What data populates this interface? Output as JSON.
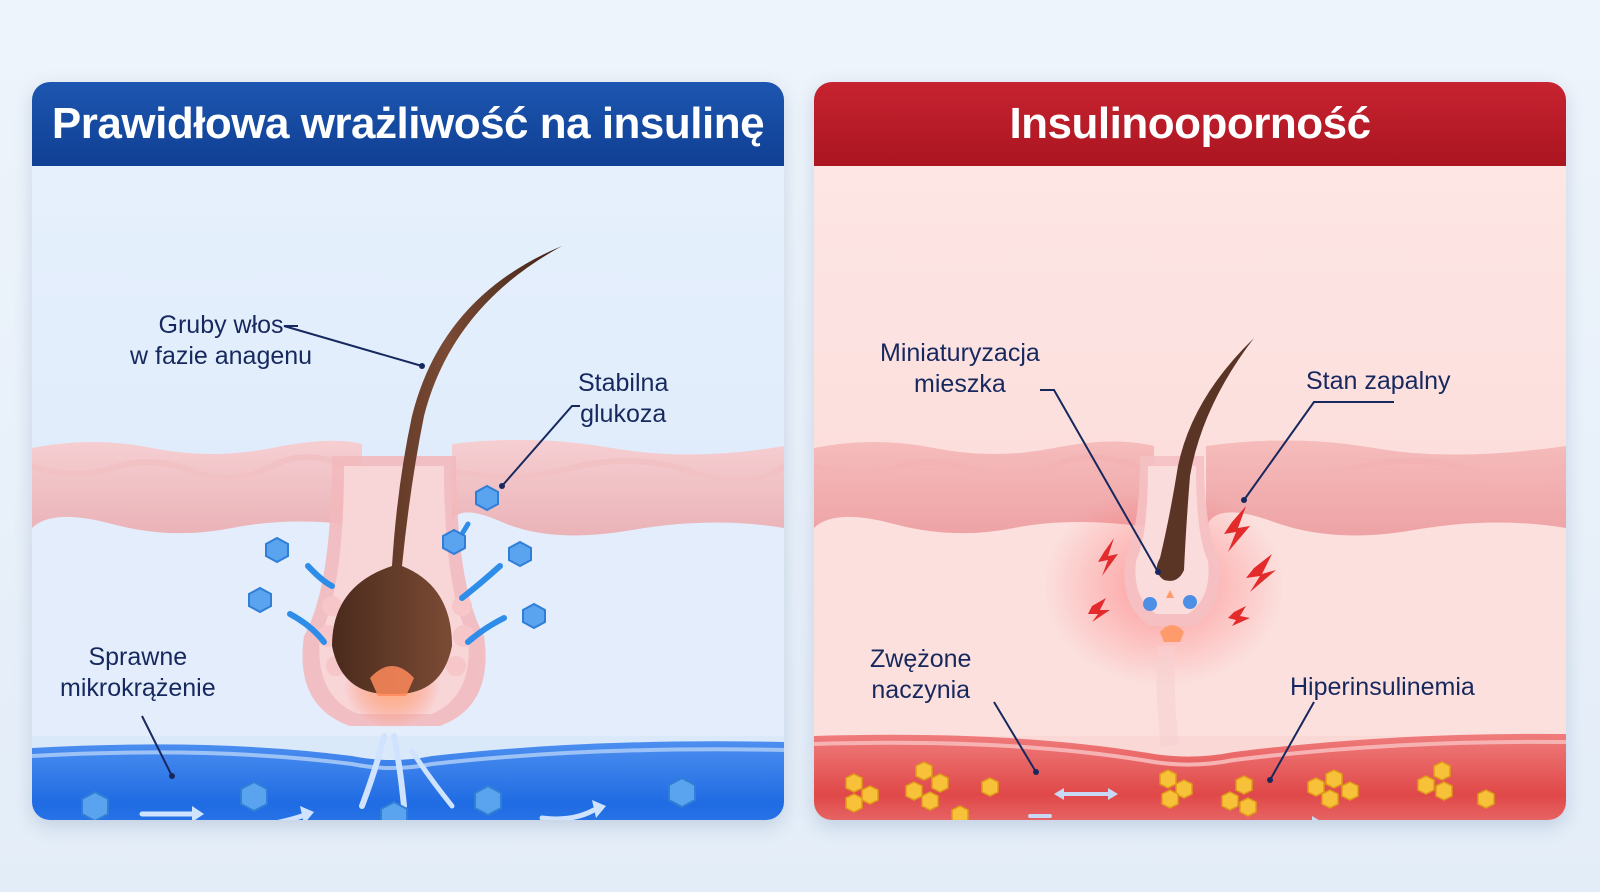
{
  "panels": {
    "normal": {
      "title": "Prawidłowa wrażliwość na insulinę",
      "color": "#0f3f93",
      "labels": {
        "hair_line1": "Gruby włos",
        "hair_line2": "w fazie anagenu",
        "glucose_line1": "Stabilna",
        "glucose_line2": "glukoza",
        "micro_line1": "Sprawne",
        "micro_line2": "mikrokrążenie"
      }
    },
    "resistance": {
      "title": "Insulinooporność",
      "color": "#aa1520",
      "labels": {
        "mini_line1": "Miniaturyzacja",
        "mini_line2": "mieszka",
        "inflam": "Stan zapalny",
        "vessels_line1": "Zwężone",
        "vessels_line2": "naczynia",
        "hyper": "Hiperinsulinemia"
      }
    }
  },
  "icons": [
    "hair-icon",
    "glucose-hexagon-icon",
    "blood-vessel-icon",
    "lightning-inflammation-icon",
    "insulin-cluster-icon"
  ]
}
